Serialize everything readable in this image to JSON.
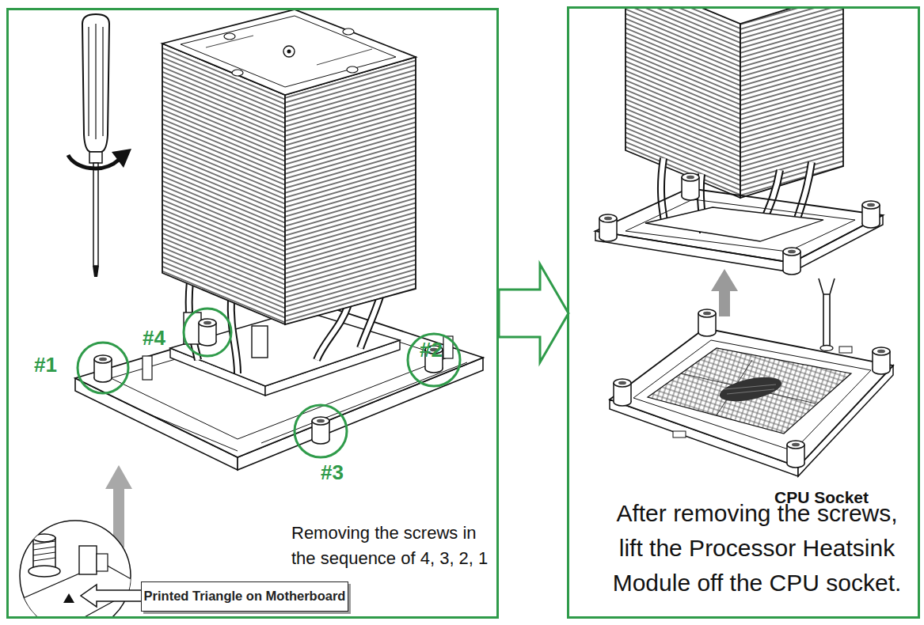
{
  "diagram": {
    "nodes": [
      {
        "text": [
          "Removing the screws in the sequence of 4, 3, 2, 1"
        ]
      },
      {
        "text": [
          "Printed Triangle on Motherboard"
        ],
        "in": 0
      },
      {
        "text": [
          "After removing the screws, lift the Processor Heatsink Module off the CPU socket."
        ]
      }
    ],
    "edges": [
      {
        "from": 0,
        "to": 2,
        "arrow": "to"
      }
    ],
    "labels": [
      "#1",
      "#4",
      "#2",
      "#3",
      "CPU Socket"
    ]
  }
}
